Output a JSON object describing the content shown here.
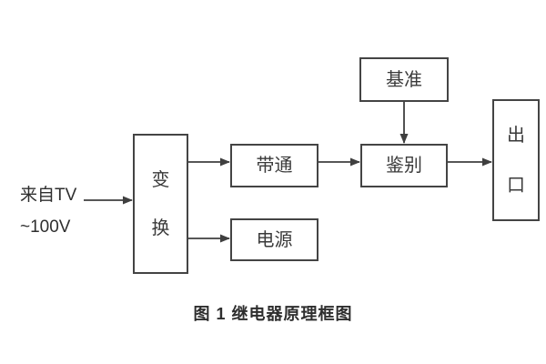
{
  "diagram": {
    "input": {
      "line1": "来自TV",
      "line2": "~100V"
    },
    "blocks": {
      "transform": {
        "label": "变换",
        "chars": [
          "变",
          "换"
        ]
      },
      "bandpass": {
        "label": "带通"
      },
      "power": {
        "label": "电源"
      },
      "reference": {
        "label": "基准"
      },
      "discriminator": {
        "label": "鉴别"
      },
      "output": {
        "label": "出口",
        "chars": [
          "出",
          "口"
        ]
      }
    },
    "caption": "图 1 继电器原理框图",
    "colors": {
      "line": "#3f3f3f",
      "text": "#333333",
      "background": "#ffffff"
    }
  }
}
